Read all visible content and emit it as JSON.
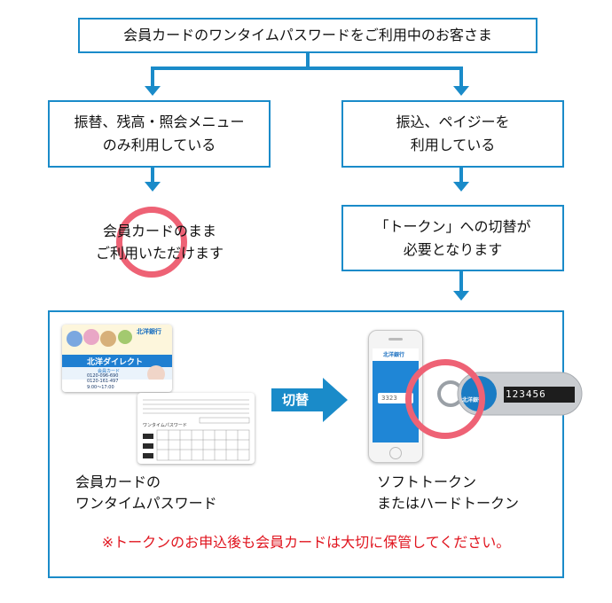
{
  "top_box": "会員カードのワンタイムパスワードをご利用中のお客さま",
  "left_box": "振替、残高・照会メニュー\nのみ利用している",
  "right_box": "振込、ペイジーを\n利用している",
  "left_result": "会員カードのまま\nご利用いただけます",
  "right_result": "「トークン」への切替が\n必要となります",
  "switch_label": "切替",
  "card_label": "会員カードの\nワンタイムパスワード",
  "token_label": "ソフトトークン\nまたはハードトークン",
  "note": "※トークンのお申込後も会員カードは大切に保管してください。",
  "card_front": {
    "bank": "北洋銀行",
    "brand": "北洋ダイレクト",
    "card_type": "会員カード",
    "phone1": "0120-096-690",
    "phone2": "0120-161-497",
    "hours": "9:00〜17:00"
  },
  "card_back": {
    "title": "ワンタイムパスワード"
  },
  "phone_screen": {
    "bank": "北洋銀行",
    "code_value": "3323"
  },
  "hard_token": {
    "display_value": "123456",
    "brand": "北洋銀行"
  },
  "colors": {
    "accent": "#1a8bc9",
    "ring": "#ee6275",
    "note": "#e0141e"
  }
}
